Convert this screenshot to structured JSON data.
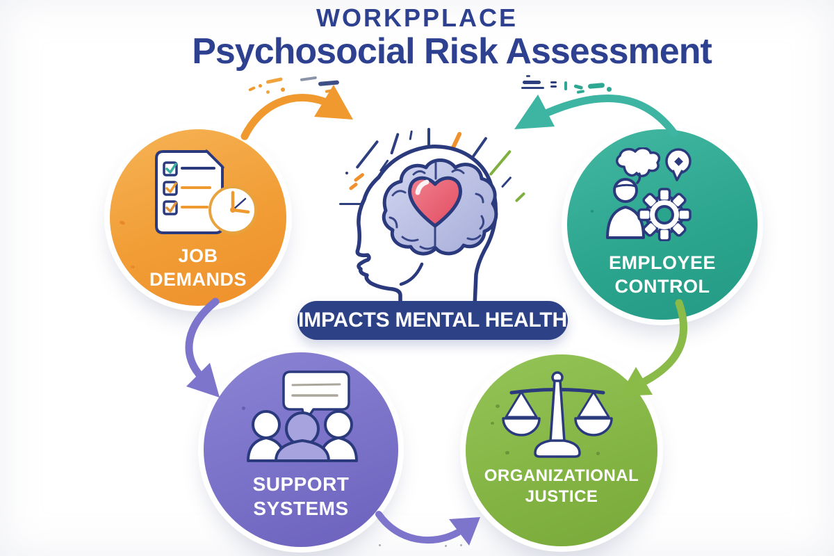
{
  "title": {
    "line1": "WORKPPLACE",
    "line2": "Psychosocial Risk Assessment",
    "color": "#2E4190"
  },
  "banner": {
    "label": "IMPACTS MENTAL HEALTH",
    "bg_color": "#2D4187"
  },
  "center": {
    "illustration": "head-brain-heart-icon",
    "description": "Human head profile containing a brain with a heart"
  },
  "factors": [
    {
      "id": "job-demands",
      "line1": "JOB",
      "line2": "DEMANDS",
      "color": "#F0992F",
      "icon": "checklist-clock-icon"
    },
    {
      "id": "employee-control",
      "line1": "EMPLOYEE",
      "line2": "CONTROL",
      "color": "#2BA48D",
      "icon": "person-gear-icon"
    },
    {
      "id": "support-systems",
      "line1": "SUPPORT",
      "line2": "SYSTEMS",
      "color": "#7A71C8",
      "icon": "people-speech-bubble-icon"
    },
    {
      "id": "organizational-justice",
      "line1": "ORGANIZATIONAL",
      "line2": "JUSTICE",
      "color": "#83B443",
      "icon": "justice-scales-icon"
    }
  ],
  "arrows": [
    {
      "id": "orange-arrow",
      "from": "job-demands",
      "to": "center",
      "color": "#F0992F"
    },
    {
      "id": "teal-arrow",
      "from": "employee-control",
      "to": "center",
      "color": "#3DB5A2"
    },
    {
      "id": "purple-left-arrow",
      "from": "job-demands",
      "to": "support-systems",
      "color": "#7D74CB"
    },
    {
      "id": "green-right-arrow",
      "from": "employee-control",
      "to": "organizational-justice",
      "color": "#8ABA47"
    },
    {
      "id": "purple-bottom-arrow",
      "from": "support-systems",
      "to": "organizational-justice",
      "color": "#7D74CB"
    }
  ]
}
